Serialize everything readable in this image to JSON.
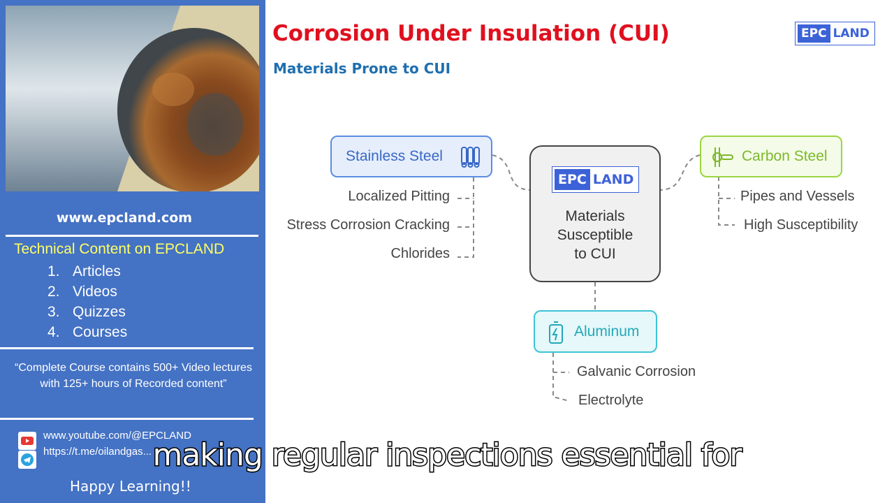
{
  "sidebar": {
    "website": "www.epcland.com",
    "tc_title": "Technical Content on EPCLAND",
    "tc_items": [
      {
        "num": "1.",
        "label": "Articles"
      },
      {
        "num": "2.",
        "label": "Videos"
      },
      {
        "num": "3.",
        "label": "Quizzes"
      },
      {
        "num": "4.",
        "label": "Courses"
      }
    ],
    "quote": "“Complete Course contains 500+ Video lectures with 125+ hours of Recorded content”",
    "youtube": "www.youtube.com/@EPCLAND",
    "telegram": "https://t.me/oilandgas...",
    "happy": "Happy Learning!!"
  },
  "header": {
    "title": "Corrosion Under Insulation (CUI)",
    "subtitle": "Materials Prone to CUI",
    "logo_a": "EPC",
    "logo_b": "LAND"
  },
  "diagram": {
    "center": {
      "logo_a": "EPC",
      "logo_b": "LAND",
      "text": "Materials\nSusceptible\nto CUI"
    },
    "stainless": {
      "label": "Stainless Steel",
      "icon": "pipes-icon",
      "items": [
        "Localized Pitting",
        "Stress Corrosion Cracking",
        "Chlorides"
      ]
    },
    "carbon": {
      "label": "Carbon Steel",
      "icon": "valve-icon",
      "items": [
        "Pipes and Vessels",
        "High Susceptibility"
      ]
    },
    "aluminum": {
      "label": "Aluminum",
      "icon": "battery-icon",
      "items": [
        "Galvanic Corrosion",
        "Electrolyte"
      ]
    }
  },
  "colors": {
    "sidebar": "#4472c4",
    "title": "#e0101e",
    "subtitle": "#1f6fb0",
    "stainless": "#5b8de0",
    "carbon": "#9ad642",
    "aluminum": "#3cc4d4"
  },
  "caption": "making regular inspections essential for"
}
